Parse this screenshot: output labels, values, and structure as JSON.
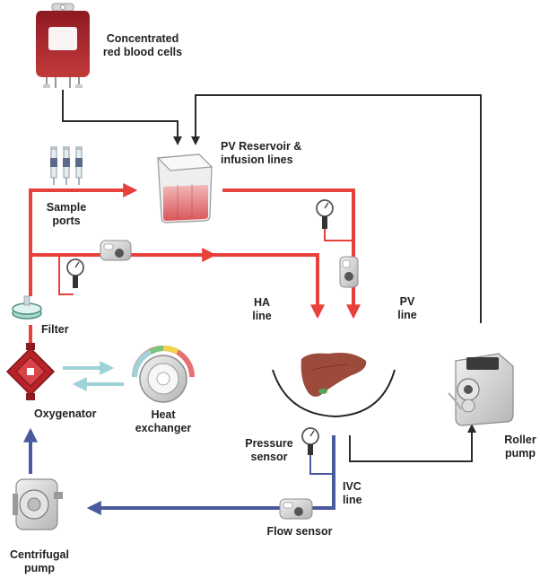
{
  "colors": {
    "arterial": "#e8403a",
    "venous": "#4a5a9e",
    "drain": "#2b2b2b",
    "heat_warm": "#f29a8f",
    "heat_cool": "#9fd3d8",
    "liver": "#9b4a3c"
  },
  "labels": {
    "blood_bag": [
      "Concentrated",
      "red blood cells"
    ],
    "reservoir": [
      "PV Reservoir &",
      "infusion lines"
    ],
    "sample_ports": [
      "Sample",
      "ports"
    ],
    "filter": [
      "Filter"
    ],
    "ha_line": [
      "HA",
      "line"
    ],
    "pv_line": [
      "PV",
      "line"
    ],
    "oxygenator": [
      "Oxygenator"
    ],
    "heat_exchanger": [
      "Heat",
      "exchanger"
    ],
    "pressure_sensor": [
      "Pressure",
      "sensor"
    ],
    "ivc_line": [
      "IVC",
      "line"
    ],
    "roller_pump": [
      "Roller",
      "pump"
    ],
    "flow_sensor": [
      "Flow sensor"
    ],
    "centrifugal_pump": [
      "Centrifugal",
      "pump"
    ]
  },
  "icons": {
    "blood_bag": "blood-bag-icon",
    "reservoir": "reservoir-icon",
    "syringes": "syringe-icon",
    "filter": "filter-icon",
    "oxygenator": "oxygenator-icon",
    "heat_exchanger": "heat-exchanger-icon",
    "liver": "liver-icon",
    "roller_pump": "roller-pump-icon",
    "centrifugal_pump": "centrifugal-pump-icon",
    "pressure_gauge": "pressure-gauge-icon",
    "flow_sensor": "flow-sensor-icon"
  }
}
